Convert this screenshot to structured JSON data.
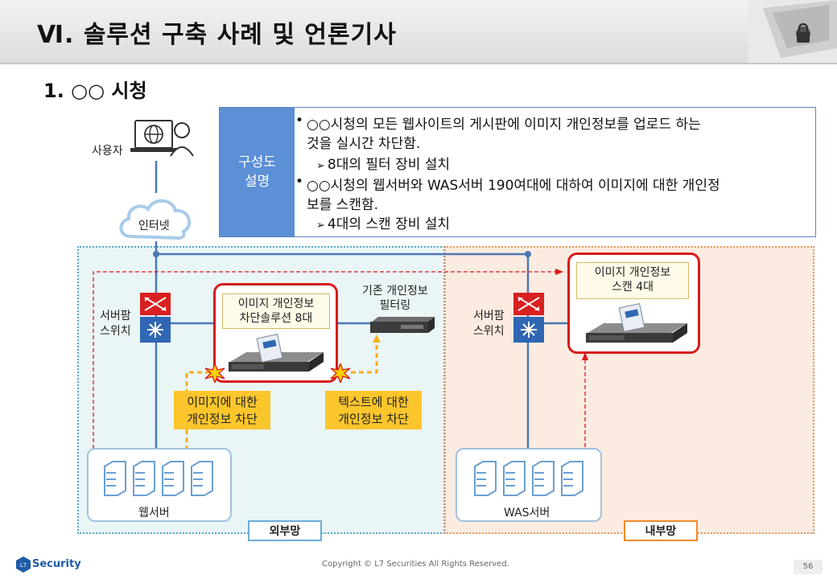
{
  "header": {
    "title": "Ⅵ. 솔루션 구축 사례 및 언론기사"
  },
  "section": {
    "title": "1. ○○ 시청"
  },
  "description": {
    "label": "구성도\n설명",
    "bullet1_line1": "○○시청의 모든 웹사이트의 게시판에 이미지 개인정보를 업로드 하는",
    "bullet1_line2": "것을 실시간 차단함.",
    "sub1": "8대의 필터 장비 설치",
    "bullet2_line1": "○○시청의 웹서버와 WAS서버 190여대에 대하여 이미지에 대한 개인정",
    "bullet2_line2": "보를 스캔함.",
    "sub2": "4대의 스캔 장비 설치"
  },
  "diagram": {
    "user_label": "사용자",
    "internet_label": "인터넷",
    "switch_left_label": "서버팜\n스위치",
    "switch_right_label": "서버팜\n스위치",
    "filter_solution_label": "이미지 개인정보\n차단솔루션 8대",
    "legacy_filter_label": "기존 개인정보\n필터링",
    "scan_label": "이미지 개인정보\n스캔 4대",
    "image_block_label": "이미지에 대한\n개인정보 차단",
    "text_block_label": "텍스트에 대한\n개인정보 차단",
    "web_server_label": "웹서버",
    "was_server_label": "WAS서버",
    "zone_external": "외부망",
    "zone_internal": "내부망"
  },
  "footer": {
    "logo": "Security",
    "copyright": "Copyright © L7 Securities All Rights Reserved.",
    "page": "56"
  },
  "colors": {
    "accent_blue": "#5b8fd6",
    "alert_red": "#d81b1b",
    "highlight_yellow": "#fbc52c",
    "external_zone": "#eaf5f6",
    "internal_zone": "#fcebe0"
  }
}
